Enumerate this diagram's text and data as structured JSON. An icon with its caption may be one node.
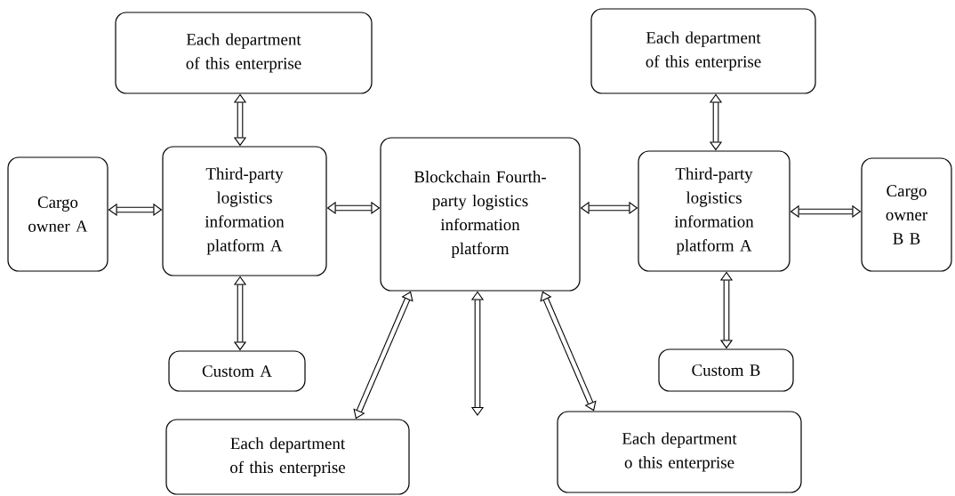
{
  "diagram": {
    "nodes": [
      {
        "text": [
          "Each department of this enterprise"
        ]
      },
      {
        "text": [
          "Cargo owner A"
        ]
      },
      {
        "text": [
          "Third-party logistics information platform A"
        ]
      },
      {
        "text": [
          "Blockchain Fourth-party logistics information platform"
        ]
      },
      {
        "text": [
          "Each department of this enterprise"
        ]
      },
      {
        "text": [
          "Third-party logistics information platform A"
        ]
      },
      {
        "text": [
          "Cargo owner B B"
        ]
      },
      {
        "text": [
          "Custom A"
        ]
      },
      {
        "text": [
          "Custom B"
        ]
      },
      {
        "text": [
          "Each department of this enterprise"
        ]
      },
      {
        "text": [
          "Each department o this enterprise"
        ]
      }
    ],
    "edges": [
      {
        "from": 2,
        "to": 0,
        "arrow": "both"
      },
      {
        "from": 1,
        "to": 2,
        "arrow": "both"
      },
      {
        "from": 2,
        "to": 3,
        "arrow": "both"
      },
      {
        "from": 3,
        "to": 5,
        "arrow": "both"
      },
      {
        "from": 5,
        "to": 4,
        "arrow": "both"
      },
      {
        "from": 5,
        "to": 6,
        "arrow": "both"
      },
      {
        "from": 2,
        "to": 7,
        "arrow": "both"
      },
      {
        "from": 5,
        "to": 8,
        "arrow": "both"
      },
      {
        "from": 3,
        "to": 9,
        "arrow": "both"
      },
      {
        "from": 3,
        "to": null,
        "arrow": "both"
      },
      {
        "from": 3,
        "to": 10,
        "arrow": "both"
      }
    ]
  }
}
